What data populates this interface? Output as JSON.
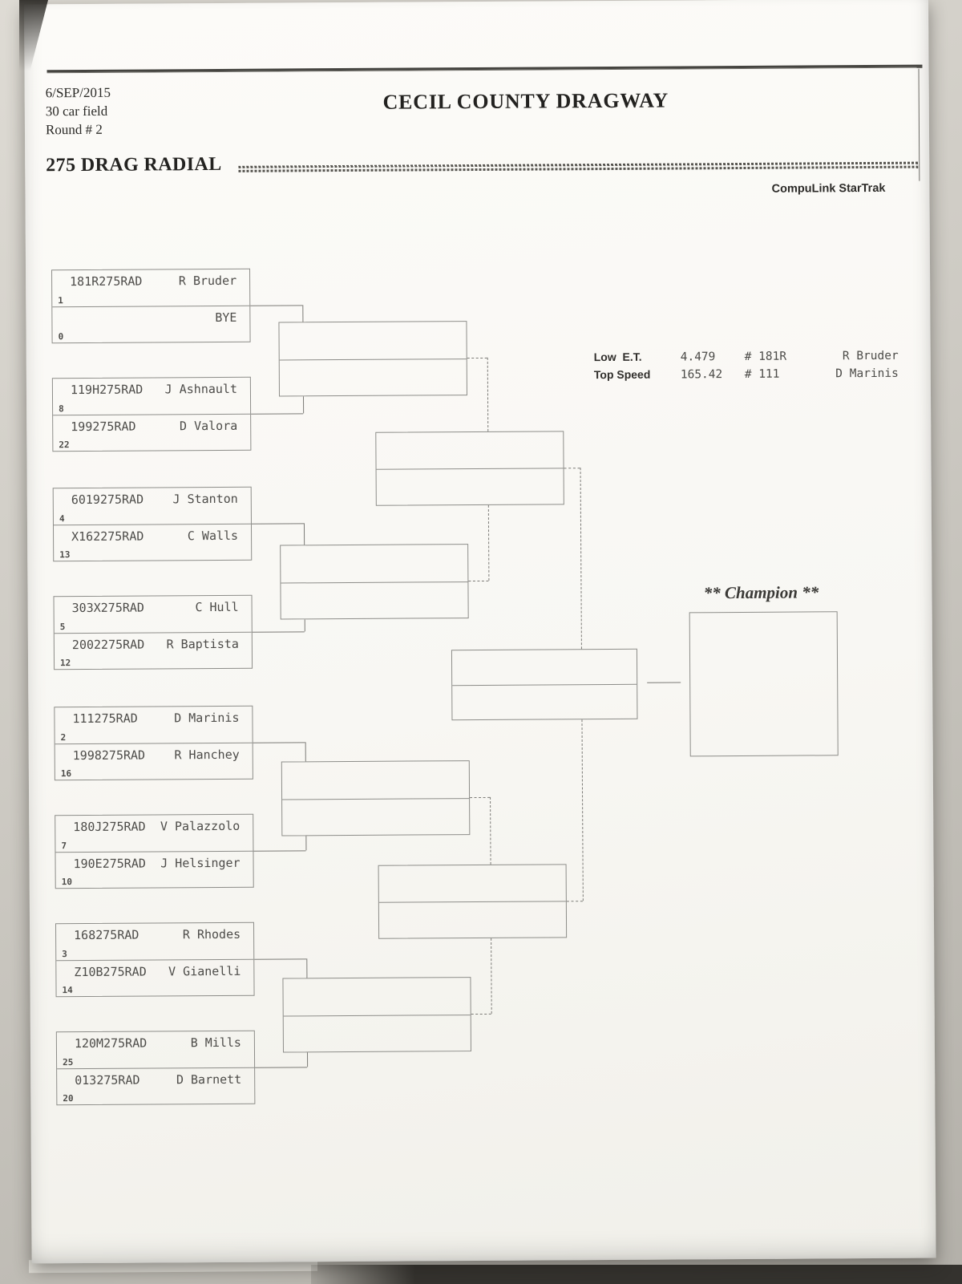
{
  "header": {
    "date": "6/SEP/2015",
    "field_size": "30 car field",
    "round": "Round # 2",
    "track_title": "CECIL COUNTY DRAGWAY",
    "class_title": "275 DRAG RADIAL",
    "timing_brand": "CompuLink StarTrak"
  },
  "stats": {
    "rows": [
      {
        "label": "Low  E.T.",
        "value": "4.479",
        "car": "# 181R",
        "driver": "R Bruder"
      },
      {
        "label": "Top Speed",
        "value": "165.42",
        "car": "# 111",
        "driver": "D Marinis"
      }
    ]
  },
  "champion_label": "** Champion **",
  "bracket": {
    "round1": [
      {
        "top_car": "181R275RAD",
        "top_driver": "R Bruder",
        "top_num": "1",
        "bottom_car": "",
        "bottom_driver": "BYE",
        "bottom_num": "0"
      },
      {
        "top_car": "119H275RAD",
        "top_driver": "J Ashnault",
        "top_num": "8",
        "bottom_car": "199275RAD",
        "bottom_driver": "D Valora",
        "bottom_num": "22"
      },
      {
        "top_car": "6019275RAD",
        "top_driver": "J Stanton",
        "top_num": "4",
        "bottom_car": "X162275RAD",
        "bottom_driver": "C Walls",
        "bottom_num": "13"
      },
      {
        "top_car": "303X275RAD",
        "top_driver": "C Hull",
        "top_num": "5",
        "bottom_car": "2002275RAD",
        "bottom_driver": "R Baptista",
        "bottom_num": "12"
      },
      {
        "top_car": "111275RAD",
        "top_driver": "D Marinis",
        "top_num": "2",
        "bottom_car": "1998275RAD",
        "bottom_driver": "R Hanchey",
        "bottom_num": "16"
      },
      {
        "top_car": "180J275RAD",
        "top_driver": "V Palazzolo",
        "top_num": "7",
        "bottom_car": "190E275RAD",
        "bottom_driver": "J Helsinger",
        "bottom_num": "10"
      },
      {
        "top_car": "168275RAD",
        "top_driver": "R Rhodes",
        "top_num": "3",
        "bottom_car": "Z10B275RAD",
        "bottom_driver": "V Gianelli",
        "bottom_num": "14"
      },
      {
        "top_car": "120M275RAD",
        "top_driver": "B Mills",
        "top_num": "25",
        "bottom_car": "013275RAD",
        "bottom_driver": "D Barnett",
        "bottom_num": "20"
      }
    ]
  },
  "colors": {
    "paper": "#f8f7f3",
    "ink": "#4d4c49",
    "heading_ink": "#232220",
    "line": "#8d8d89",
    "desk": "#c6c3bc"
  }
}
